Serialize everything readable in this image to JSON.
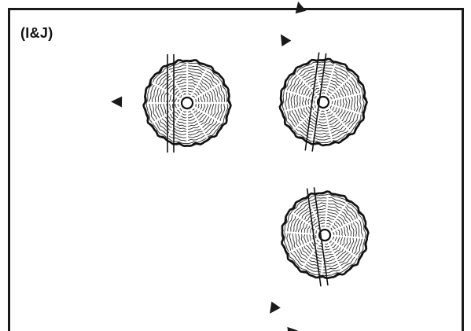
{
  "panel": {
    "label": "(I&J)"
  },
  "colors": {
    "line": "#111111",
    "ring": "#2a2a2a",
    "ray": "#8a8a8a",
    "arrow_dark": "#1a1a1a",
    "arrow_light": "#b8b8b8",
    "background": "#ffffff"
  },
  "logs": [
    {
      "name": "log-left"
    },
    {
      "name": "log-top-right"
    },
    {
      "name": "log-bottom-right"
    }
  ],
  "icons": {
    "arrow": "arrow-icon",
    "pith": "pith-icon"
  }
}
